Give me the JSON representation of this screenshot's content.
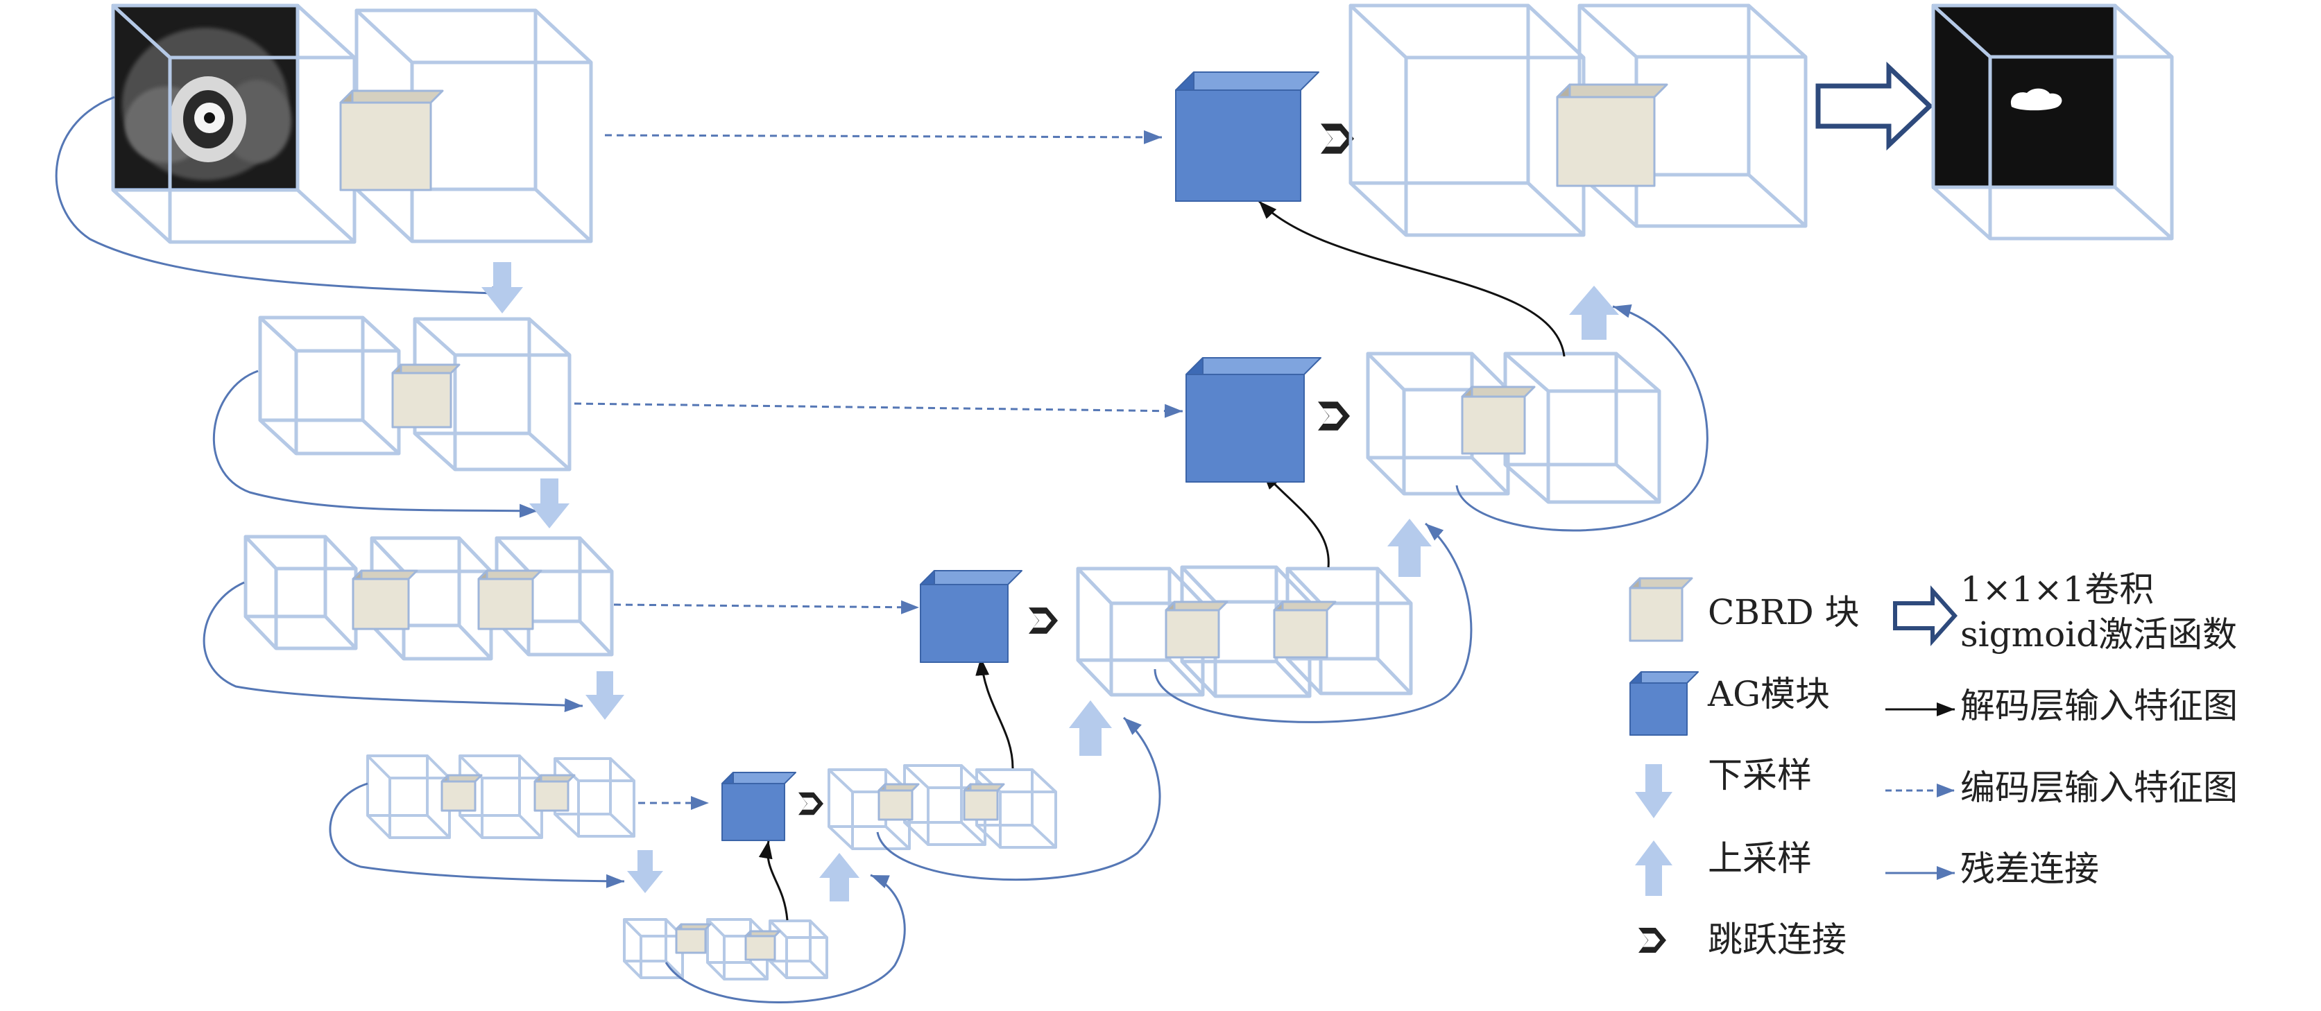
{
  "colors": {
    "wire": "#b5c9e6",
    "wire_dark": "#9fb6da",
    "block_front": "#e8e4d6",
    "block_side": "#b7b1a2",
    "block_top": "#d5d0c0",
    "ag_front": "#5a85cc",
    "ag_top": "#7fa4de",
    "ag_side": "#3d6ab5",
    "arrow_light": "#b5cbec",
    "residual": "#5577b5",
    "encoder": "#5577b5",
    "decoder": "#111111",
    "output_arrow": "#2e4a7c",
    "skip_icon": "#222222"
  },
  "legend": {
    "cbrd_block": "CBRD 块",
    "ag_module": "AG模块",
    "downsample": "下采样",
    "upsample": "上采样",
    "skip_connection": "跳跃连接",
    "conv_1x1_line1": "1×1×1卷积",
    "conv_1x1_line2": "sigmoid激活函数",
    "decoder_input": "解码层输入特征图",
    "encoder_input": "编码层输入特征图",
    "residual_connection": "残差连接"
  }
}
